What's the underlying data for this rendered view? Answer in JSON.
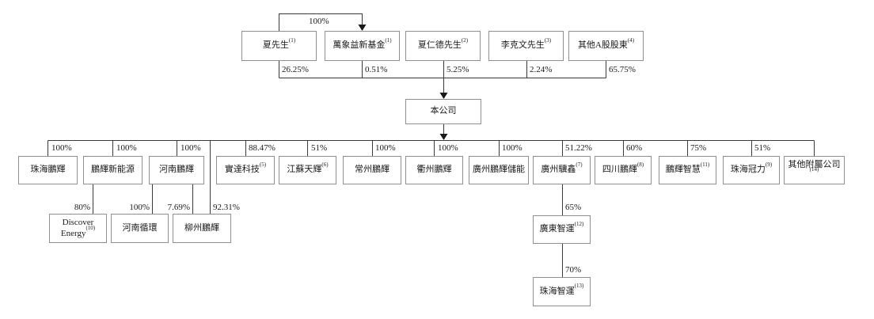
{
  "figure": {
    "title": "shareholding-and-subsidiary-structure-chart",
    "company_label": "本公司",
    "line_color": "#3a3a3a",
    "box_border_color": "#8f8f8f"
  },
  "loop": {
    "pct": "100%"
  },
  "shareholders": {
    "sh1": {
      "label": "夏先生",
      "sup": "(1)",
      "pct": "26.25%"
    },
    "sh2": {
      "label": "萬象益新基金",
      "sup": "(1)",
      "pct": "0.51%"
    },
    "sh3": {
      "label": "夏仁德先生",
      "sup": "(2)",
      "pct": "5.25%"
    },
    "sh4": {
      "label": "李克文先生",
      "sup": "(3)",
      "pct": "2.24%"
    },
    "sh5": {
      "label": "其他A股股東",
      "sup": "(4)",
      "pct": "65.75%"
    }
  },
  "subsidiaries": {
    "s1": {
      "label": "珠海鵬輝",
      "sup": "",
      "pct": "100%"
    },
    "s2": {
      "label": "鵬輝新能源",
      "sup": "",
      "pct": "100%"
    },
    "s3": {
      "label": "河南鵬輝",
      "sup": "",
      "pct": "100%"
    },
    "s4": {
      "label": "實達科技",
      "sup": "(5)",
      "pct": "88.47%"
    },
    "s5": {
      "label": "江蘇天輝",
      "sup": "(6)",
      "pct": "51%"
    },
    "s6": {
      "label": "常州鵬輝",
      "sup": "",
      "pct": "100%"
    },
    "s7": {
      "label": "衢州鵬輝",
      "sup": "",
      "pct": "100%"
    },
    "s8": {
      "label": "廣州鵬輝儲能",
      "sup": "",
      "pct": "100%"
    },
    "s9": {
      "label": "廣州驥鑫",
      "sup": "(7)",
      "pct": "51.22%"
    },
    "s10": {
      "label": "四川鵬輝",
      "sup": "(8)",
      "pct": "60%"
    },
    "s11": {
      "label": "鵬輝智慧",
      "sup": "(11)",
      "pct": "75%"
    },
    "s12": {
      "label": "珠海冠力",
      "sup": "(9)",
      "pct": "51%"
    },
    "s13": {
      "label": "其他附屬公司",
      "sup": "(14)",
      "pct": ""
    }
  },
  "sub_subsidiaries": {
    "t1": {
      "label": "Discover Energy",
      "sup": "(10)",
      "pct": "80%"
    },
    "t2": {
      "label": "河南循環",
      "sup": "",
      "pct": "100%"
    },
    "t3": {
      "label": "柳州鵬輝",
      "sup": "",
      "pct_from_henan": "7.69%",
      "pct_from_company": "92.31%"
    },
    "c1": {
      "label": "廣東智運",
      "sup": "(12)",
      "pct": "65%"
    },
    "c2": {
      "label": "珠海智運",
      "sup": "(13)",
      "pct": "70%"
    }
  },
  "relationships": [
    {
      "parent": "夏先生",
      "child": "萬象益新基金",
      "pct": "100%"
    },
    {
      "parent": "夏先生",
      "child": "本公司",
      "pct": "26.25%"
    },
    {
      "parent": "萬象益新基金",
      "child": "本公司",
      "pct": "0.51%"
    },
    {
      "parent": "夏仁德先生",
      "child": "本公司",
      "pct": "5.25%"
    },
    {
      "parent": "李克文先生",
      "child": "本公司",
      "pct": "2.24%"
    },
    {
      "parent": "其他A股股東",
      "child": "本公司",
      "pct": "65.75%"
    },
    {
      "parent": "本公司",
      "child": "珠海鵬輝",
      "pct": "100%"
    },
    {
      "parent": "本公司",
      "child": "鵬輝新能源",
      "pct": "100%"
    },
    {
      "parent": "本公司",
      "child": "河南鵬輝",
      "pct": "100%"
    },
    {
      "parent": "本公司",
      "child": "實達科技",
      "pct": "88.47%"
    },
    {
      "parent": "本公司",
      "child": "江蘇天輝",
      "pct": "51%"
    },
    {
      "parent": "本公司",
      "child": "常州鵬輝",
      "pct": "100%"
    },
    {
      "parent": "本公司",
      "child": "衢州鵬輝",
      "pct": "100%"
    },
    {
      "parent": "本公司",
      "child": "廣州鵬輝儲能",
      "pct": "100%"
    },
    {
      "parent": "本公司",
      "child": "廣州驥鑫",
      "pct": "51.22%"
    },
    {
      "parent": "本公司",
      "child": "四川鵬輝",
      "pct": "60%"
    },
    {
      "parent": "本公司",
      "child": "鵬輝智慧",
      "pct": "75%"
    },
    {
      "parent": "本公司",
      "child": "珠海冠力",
      "pct": "51%"
    },
    {
      "parent": "本公司",
      "child": "其他附屬公司",
      "pct": ""
    },
    {
      "parent": "鵬輝新能源",
      "child": "Discover Energy",
      "pct": "80%"
    },
    {
      "parent": "河南鵬輝",
      "child": "河南循環",
      "pct": "100%"
    },
    {
      "parent": "河南鵬輝",
      "child": "柳州鵬輝",
      "pct": "7.69%"
    },
    {
      "parent": "本公司",
      "child": "柳州鵬輝",
      "pct": "92.31%"
    },
    {
      "parent": "廣州驥鑫",
      "child": "廣東智運",
      "pct": "65%"
    },
    {
      "parent": "廣東智運",
      "child": "珠海智運",
      "pct": "70%"
    }
  ]
}
